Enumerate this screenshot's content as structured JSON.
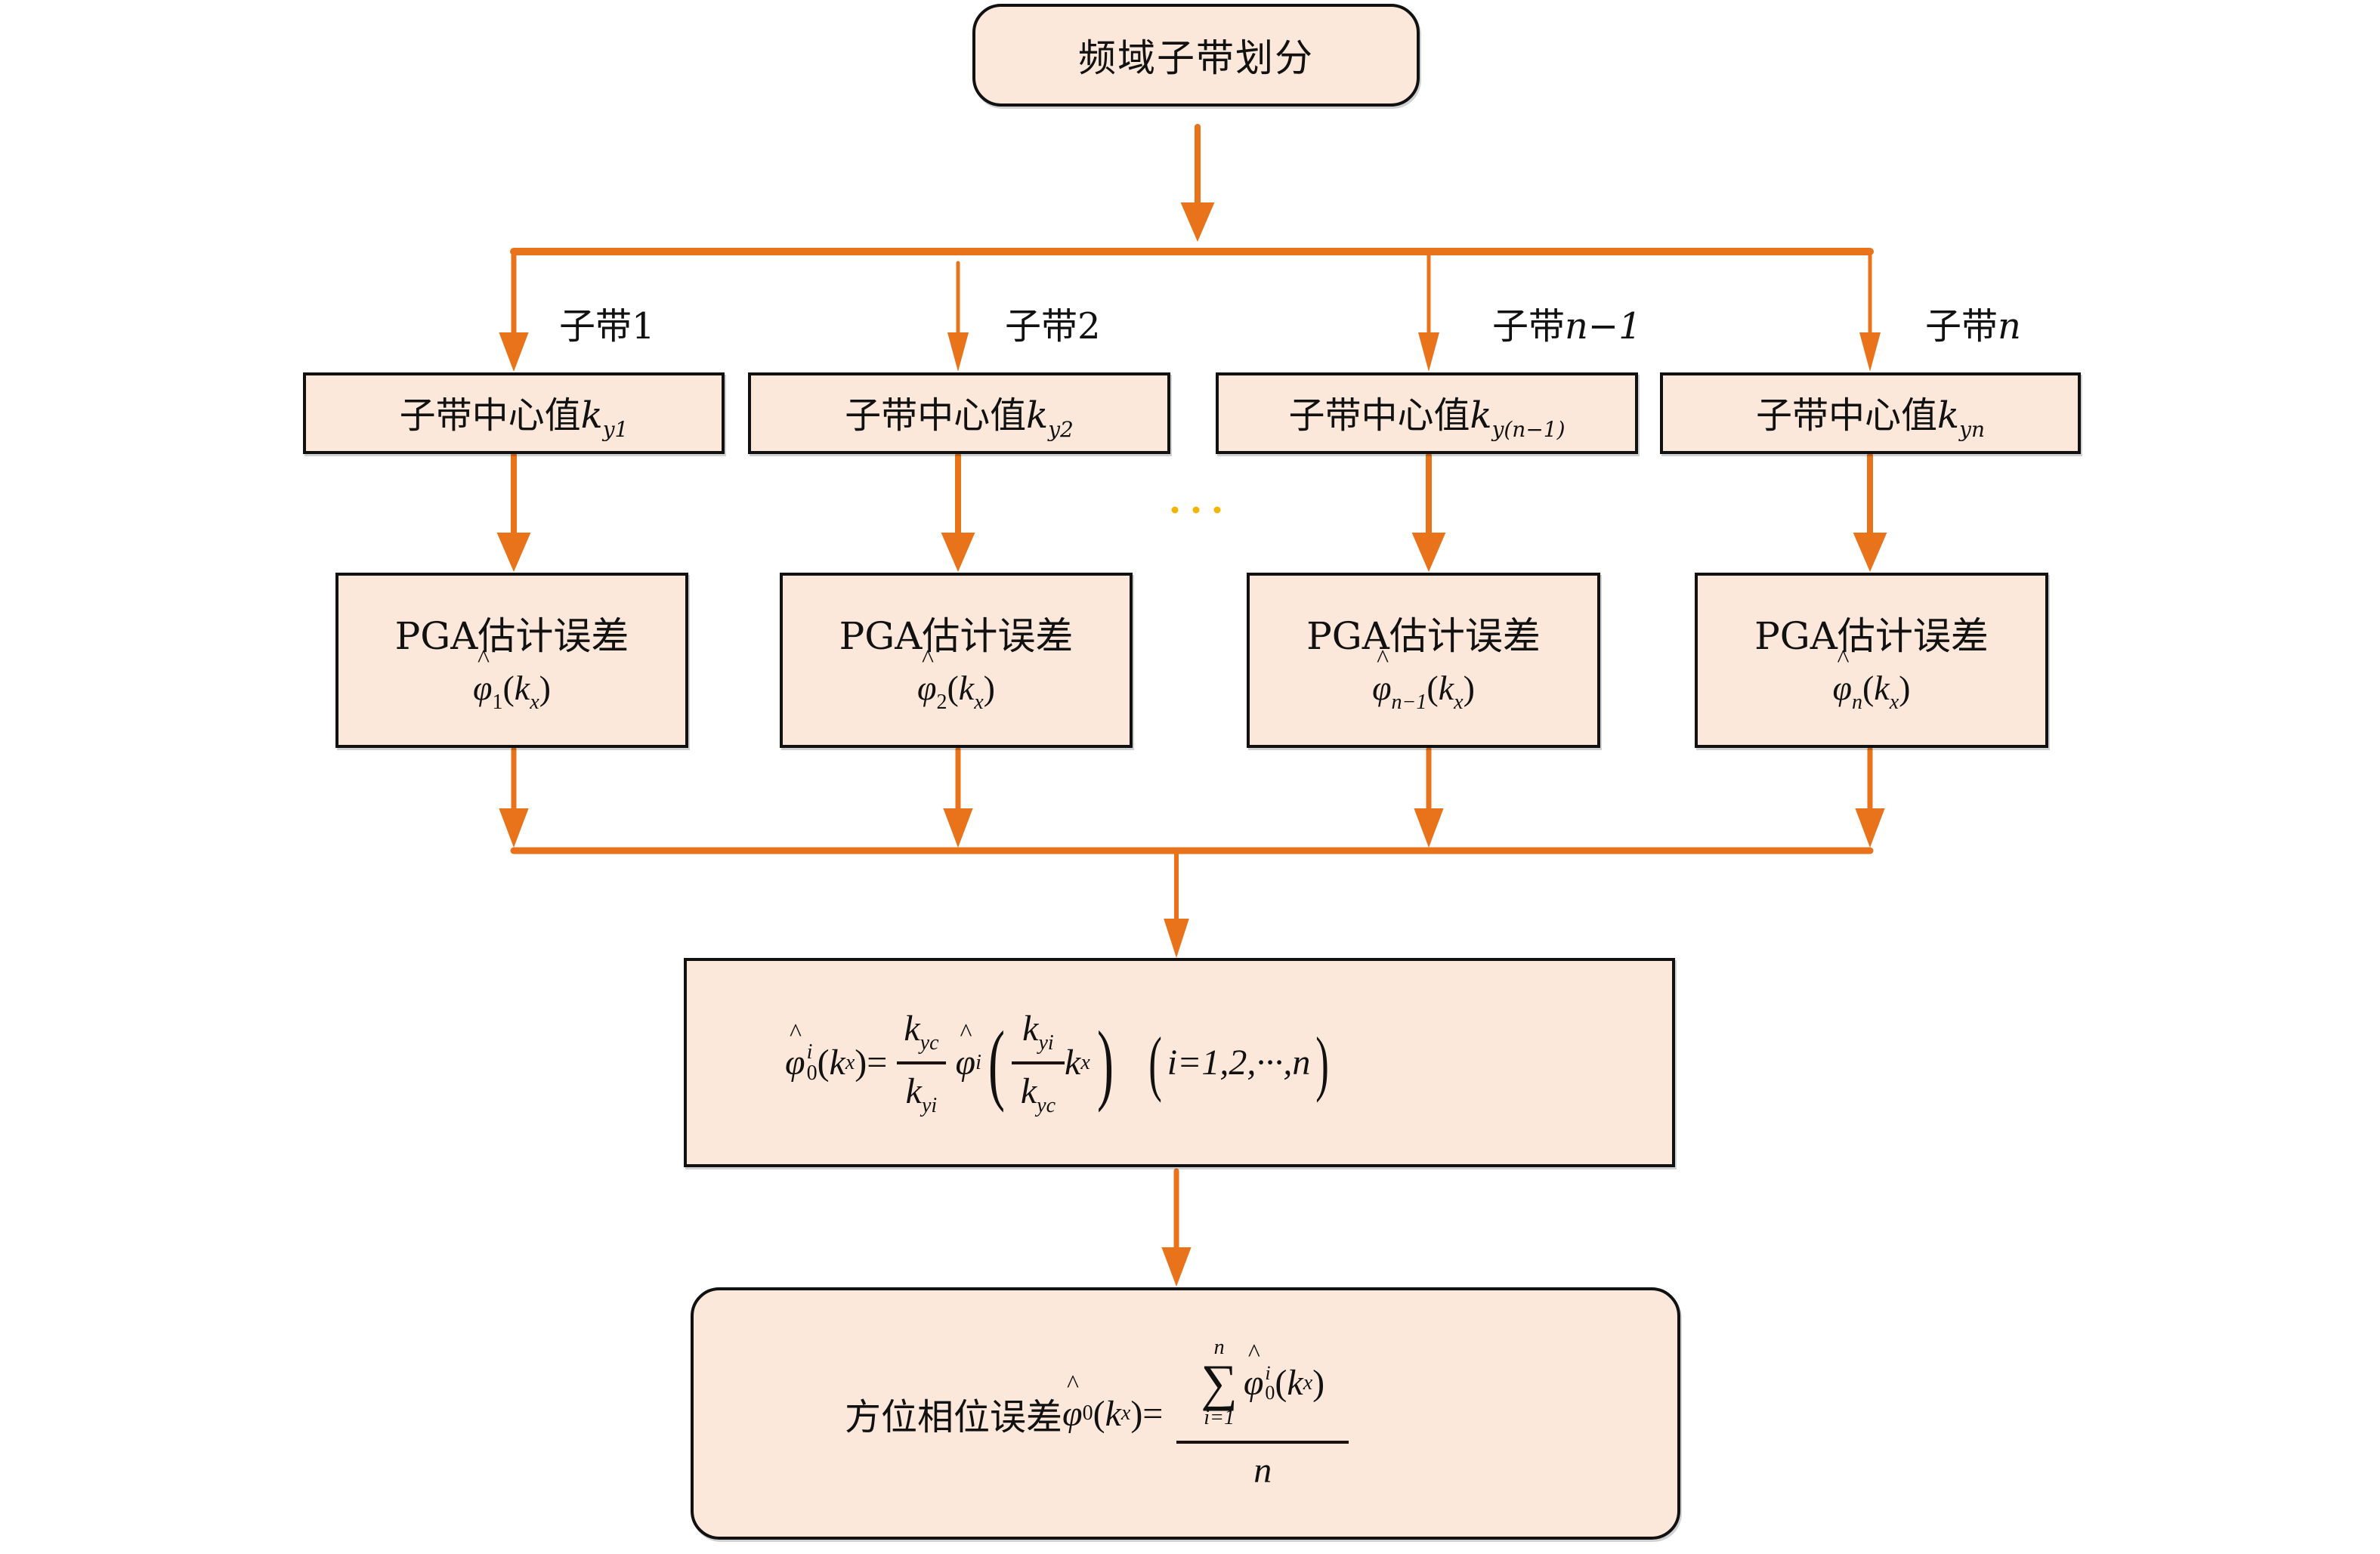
{
  "diagram": {
    "colors": {
      "arrow": "#E8731A",
      "box_fill": "#FBE8DB",
      "box_border": "#111111",
      "ellipsis": "#F5B400"
    },
    "start_node": {
      "label": "频域子带划分"
    },
    "subbands": [
      {
        "branch_label_cn": "子带",
        "branch_label_idx": "1",
        "center_label": "子带中心值",
        "center_var": "k",
        "center_sub": "y1",
        "pga_label": "PGA估计误差",
        "pga_sub": "1",
        "pga_arg": "k",
        "pga_arg_sub": "x"
      },
      {
        "branch_label_cn": "子带",
        "branch_label_idx": "2",
        "center_label": "子带中心值",
        "center_var": "k",
        "center_sub": "y2",
        "pga_label": "PGA估计误差",
        "pga_sub": "2",
        "pga_arg": "k",
        "pga_arg_sub": "x"
      },
      {
        "branch_label_cn": "子带",
        "branch_label_idx": "n−1",
        "center_label": "子带中心值",
        "center_var": "k",
        "center_sub": "y(n−1)",
        "pga_label": "PGA估计误差",
        "pga_sub": "n−1",
        "pga_arg": "k",
        "pga_arg_sub": "x"
      },
      {
        "branch_label_cn": "子带",
        "branch_label_idx": "n",
        "center_label": "子带中心值",
        "center_var": "k",
        "center_sub": "yn",
        "pga_label": "PGA估计误差",
        "pga_sub": "n",
        "pga_arg": "k",
        "pga_arg_sub": "x"
      }
    ],
    "ellipsis": "···",
    "scaling_node": {
      "lhs_phi": "φ",
      "lhs_sub": "0",
      "lhs_sup": "i",
      "lhs_arg": "k",
      "lhs_arg_sub": "x",
      "equals": "=",
      "frac1_num": "k",
      "frac1_num_sub": "yc",
      "frac1_den": "k",
      "frac1_den_sub": "yi",
      "phi_i": "φ",
      "phi_i_sub": "i",
      "frac2_num": "k",
      "frac2_num_sub": "yi",
      "frac2_den": "k",
      "frac2_den_sub": "yc",
      "tail": "k",
      "tail_sub": "x",
      "range": "i=1,2,···,n"
    },
    "result_node": {
      "label": "方位相位误差",
      "phi": "φ",
      "phi_sub": "0",
      "arg": "k",
      "arg_sub": "x",
      "equals": "=",
      "sum_upper": "n",
      "sum_lower": "i=1",
      "sum_symbol": "∑",
      "summand_phi": "φ",
      "summand_sub": "0",
      "summand_sup": "i",
      "summand_arg": "k",
      "summand_arg_sub": "x",
      "denominator": "n"
    }
  }
}
